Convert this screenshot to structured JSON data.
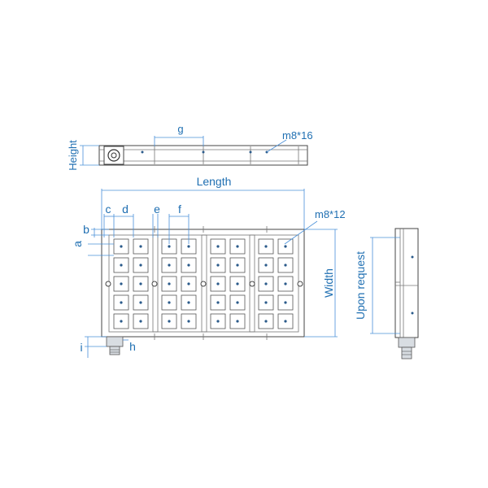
{
  "labels": {
    "height": "Height",
    "g": "g",
    "m8_16": "m8*16",
    "length": "Length",
    "c": "c",
    "d": "d",
    "e": "e",
    "f": "f",
    "m8_12": "m8*12",
    "b": "b",
    "a": "a",
    "width": "Width",
    "upon_request": "Upon request",
    "i": "i",
    "h": "h"
  },
  "colors": {
    "dimension": "#4a90d9",
    "dimension_text": "#1f6fb2",
    "outline": "#444444"
  }
}
